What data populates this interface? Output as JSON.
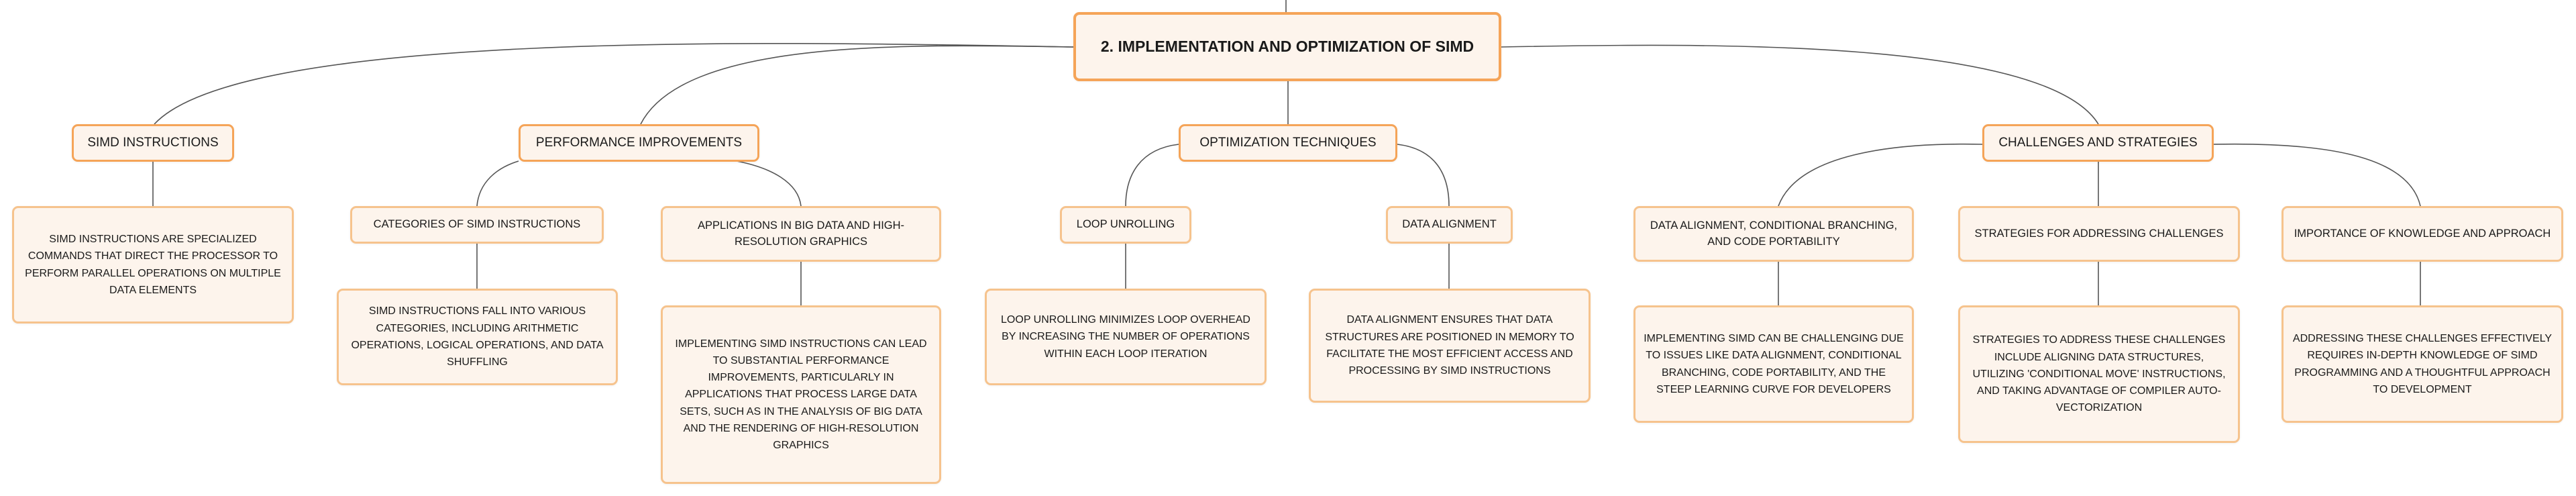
{
  "root": "2. IMPLEMENTATION AND OPTIMIZATION OF SIMD",
  "branches": [
    {
      "label": "SIMD INSTRUCTIONS",
      "children": [
        {
          "label": "SIMD INSTRUCTIONS ARE SPECIALIZED COMMANDS THAT DIRECT THE PROCESSOR TO PERFORM PARALLEL OPERATIONS ON MULTIPLE DATA ELEMENTS"
        }
      ]
    },
    {
      "label": "PERFORMANCE IMPROVEMENTS",
      "children": [
        {
          "label": "CATEGORIES OF SIMD INSTRUCTIONS",
          "detail": "SIMD INSTRUCTIONS FALL INTO VARIOUS CATEGORIES, INCLUDING ARITHMETIC OPERATIONS, LOGICAL OPERATIONS, AND DATA SHUFFLING"
        },
        {
          "label": "APPLICATIONS IN BIG DATA AND HIGH-RESOLUTION GRAPHICS",
          "detail": "IMPLEMENTING SIMD INSTRUCTIONS CAN LEAD TO SUBSTANTIAL PERFORMANCE IMPROVEMENTS, PARTICULARLY IN APPLICATIONS THAT PROCESS LARGE DATA SETS, SUCH AS IN THE ANALYSIS OF BIG DATA AND THE RENDERING OF HIGH-RESOLUTION GRAPHICS"
        }
      ]
    },
    {
      "label": "OPTIMIZATION TECHNIQUES",
      "children": [
        {
          "label": "LOOP UNROLLING",
          "detail": "LOOP UNROLLING MINIMIZES LOOP OVERHEAD BY INCREASING THE NUMBER OF OPERATIONS WITHIN EACH LOOP ITERATION"
        },
        {
          "label": "DATA ALIGNMENT",
          "detail": "DATA ALIGNMENT ENSURES THAT DATA STRUCTURES ARE POSITIONED IN MEMORY TO FACILITATE THE MOST EFFICIENT ACCESS AND PROCESSING BY SIMD INSTRUCTIONS"
        }
      ]
    },
    {
      "label": "CHALLENGES AND STRATEGIES",
      "children": [
        {
          "label": "DATA ALIGNMENT, CONDITIONAL BRANCHING, AND CODE PORTABILITY",
          "detail": "IMPLEMENTING SIMD CAN BE CHALLENGING DUE TO ISSUES LIKE DATA ALIGNMENT, CONDITIONAL BRANCHING, CODE PORTABILITY, AND THE STEEP LEARNING CURVE FOR DEVELOPERS"
        },
        {
          "label": "STRATEGIES FOR ADDRESSING CHALLENGES",
          "detail": "STRATEGIES TO ADDRESS THESE CHALLENGES INCLUDE ALIGNING DATA STRUCTURES, UTILIZING 'CONDITIONAL MOVE' INSTRUCTIONS, AND TAKING ADVANTAGE OF COMPILER AUTO-VECTORIZATION"
        },
        {
          "label": "IMPORTANCE OF KNOWLEDGE AND APPROACH",
          "detail": "ADDRESSING THESE CHALLENGES EFFECTIVELY REQUIRES IN-DEPTH KNOWLEDGE OF SIMD PROGRAMMING AND A THOUGHTFUL APPROACH TO DEVELOPMENT"
        }
      ]
    }
  ]
}
